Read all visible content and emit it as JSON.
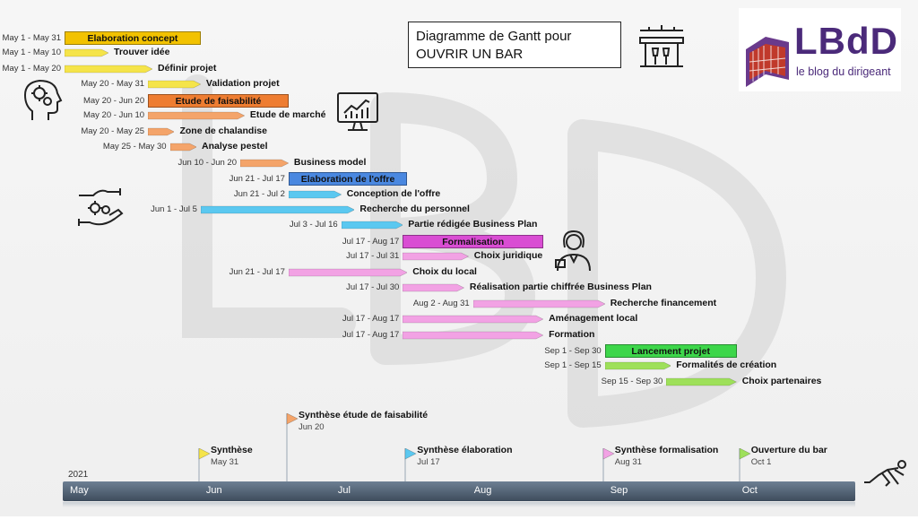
{
  "title": {
    "line1": "Diagramme de Gantt pour",
    "line2": "OUVRIR UN BAR"
  },
  "logo": {
    "text": "LBdD",
    "subtitle": "le blog du dirigeant",
    "colors": {
      "purple": "#4b2a7a",
      "red": "#c0392b"
    }
  },
  "colors": {
    "yellow": "#f5e44a",
    "yellow_group": "#f2c200",
    "orange": "#f4a46a",
    "orange_group": "#ee7d31",
    "blue": "#5bc8f0",
    "blue_group": "#4a88e0",
    "pink": "#f2a2e4",
    "pink_group": "#d94dd3",
    "green": "#9ee05a",
    "green_group": "#3dd64a",
    "timeline": "#4a5a6c"
  },
  "groups": [
    {
      "id": "g1",
      "name": "Elaboration concept",
      "dates": "May 1 - May 31",
      "start": "May 1",
      "end": "May 31",
      "color": "yellow_group"
    },
    {
      "id": "g2",
      "name": "Etude de faisabilité",
      "dates": "May 20 - Jun 20",
      "start": "May 20",
      "end": "Jun 20",
      "color": "orange_group"
    },
    {
      "id": "g3",
      "name": "Elaboration de l'offre",
      "dates": "Jun 21 - Jul 17",
      "start": "Jun 21",
      "end": "Jul 17",
      "color": "blue_group"
    },
    {
      "id": "g4",
      "name": "Formalisation",
      "dates": "Jul 17 - Aug 17",
      "start": "Jul 17",
      "end": "Aug 17",
      "color": "pink_group"
    },
    {
      "id": "g5",
      "name": "Lancement projet",
      "dates": "Sep 1 - Sep 30",
      "start": "Sep 1",
      "end": "Sep 30",
      "color": "green_group"
    }
  ],
  "tasks": [
    {
      "name": "Trouver idée",
      "dates": "May 1 - May 10",
      "color": "yellow"
    },
    {
      "name": "Définir projet",
      "dates": "May 1 - May 20",
      "color": "yellow"
    },
    {
      "name": "Validation projet",
      "dates": "May 20 - May 31",
      "color": "yellow"
    },
    {
      "name": "Etude de marché",
      "dates": "May 20 - Jun 10",
      "color": "orange"
    },
    {
      "name": "Zone de chalandise",
      "dates": "May 20 - May 25",
      "color": "orange"
    },
    {
      "name": "Analyse pestel",
      "dates": "May 25 - May 30",
      "color": "orange"
    },
    {
      "name": "Business model",
      "dates": "Jun 10 - Jun 20",
      "color": "orange"
    },
    {
      "name": "Conception de l'offre",
      "dates": "Jun 21 - Jul 2",
      "color": "blue"
    },
    {
      "name": "Recherche du personnel",
      "dates": "Jun 1 - Jul 5",
      "color": "blue"
    },
    {
      "name": "Partie rédigée Business Plan",
      "dates": "Jul 3 - Jul 16",
      "color": "blue"
    },
    {
      "name": "Choix juridique",
      "dates": "Jul 17 - Jul 31",
      "color": "pink"
    },
    {
      "name": "Choix du local",
      "dates": "Jun 21 - Jul 17",
      "color": "pink"
    },
    {
      "name": "Réalisation partie chiffrée Business Plan",
      "dates": "Jul 17 - Jul 30",
      "color": "pink"
    },
    {
      "name": "Recherche financement",
      "dates": "Aug 2 - Aug 31",
      "color": "pink"
    },
    {
      "name": "Aménagement local",
      "dates": "Jul 17 - Aug 17",
      "color": "pink"
    },
    {
      "name": "Formation",
      "dates": "Jul 17 - Aug 17",
      "color": "pink"
    },
    {
      "name": "Formalités de création",
      "dates": "Sep 1 - Sep 15",
      "color": "green"
    },
    {
      "name": "Choix partenaires",
      "dates": "Sep 15 - Sep 30",
      "color": "green"
    }
  ],
  "rows": [
    {
      "kind": "group",
      "ref": 0
    },
    {
      "kind": "task",
      "ref": 0
    },
    {
      "kind": "task",
      "ref": 1
    },
    {
      "kind": "task",
      "ref": 2
    },
    {
      "kind": "group",
      "ref": 1
    },
    {
      "kind": "task",
      "ref": 3
    },
    {
      "kind": "task",
      "ref": 4
    },
    {
      "kind": "task",
      "ref": 5
    },
    {
      "kind": "task",
      "ref": 6
    },
    {
      "kind": "group",
      "ref": 2
    },
    {
      "kind": "task",
      "ref": 7
    },
    {
      "kind": "task",
      "ref": 8
    },
    {
      "kind": "task",
      "ref": 9
    },
    {
      "kind": "group",
      "ref": 3
    },
    {
      "kind": "task",
      "ref": 10
    },
    {
      "kind": "task",
      "ref": 11
    },
    {
      "kind": "task",
      "ref": 12
    },
    {
      "kind": "task",
      "ref": 13
    },
    {
      "kind": "task",
      "ref": 14
    },
    {
      "kind": "task",
      "ref": 15
    },
    {
      "kind": "group",
      "ref": 4
    },
    {
      "kind": "task",
      "ref": 16
    },
    {
      "kind": "task",
      "ref": 17
    }
  ],
  "milestones": [
    {
      "name": "Synthèse",
      "date": "May 31",
      "color": "#f5e44a",
      "level": "low"
    },
    {
      "name": "Synthèse étude de faisabilité",
      "date": "Jun 20",
      "color": "#f4a46a",
      "level": "high"
    },
    {
      "name": "Synthèse élaboration",
      "date": "Jul 17",
      "color": "#5bc8f0",
      "level": "low"
    },
    {
      "name": "Synthèse formalisation",
      "date": "Aug 31",
      "color": "#f2a2e4",
      "level": "low"
    },
    {
      "name": "Ouverture du bar",
      "date": "Oct 1",
      "color": "#9ee05a",
      "level": "low"
    }
  ],
  "timeline": {
    "year": "2021",
    "months": [
      "May",
      "Jun",
      "Jul",
      "Aug",
      "Sep",
      "Oct"
    ]
  },
  "icons": [
    "bar-counter-icon",
    "brain-gears-icon",
    "monitor-chart-icon",
    "hands-gear-icon",
    "businesswoman-icon",
    "runner-start-icon"
  ]
}
